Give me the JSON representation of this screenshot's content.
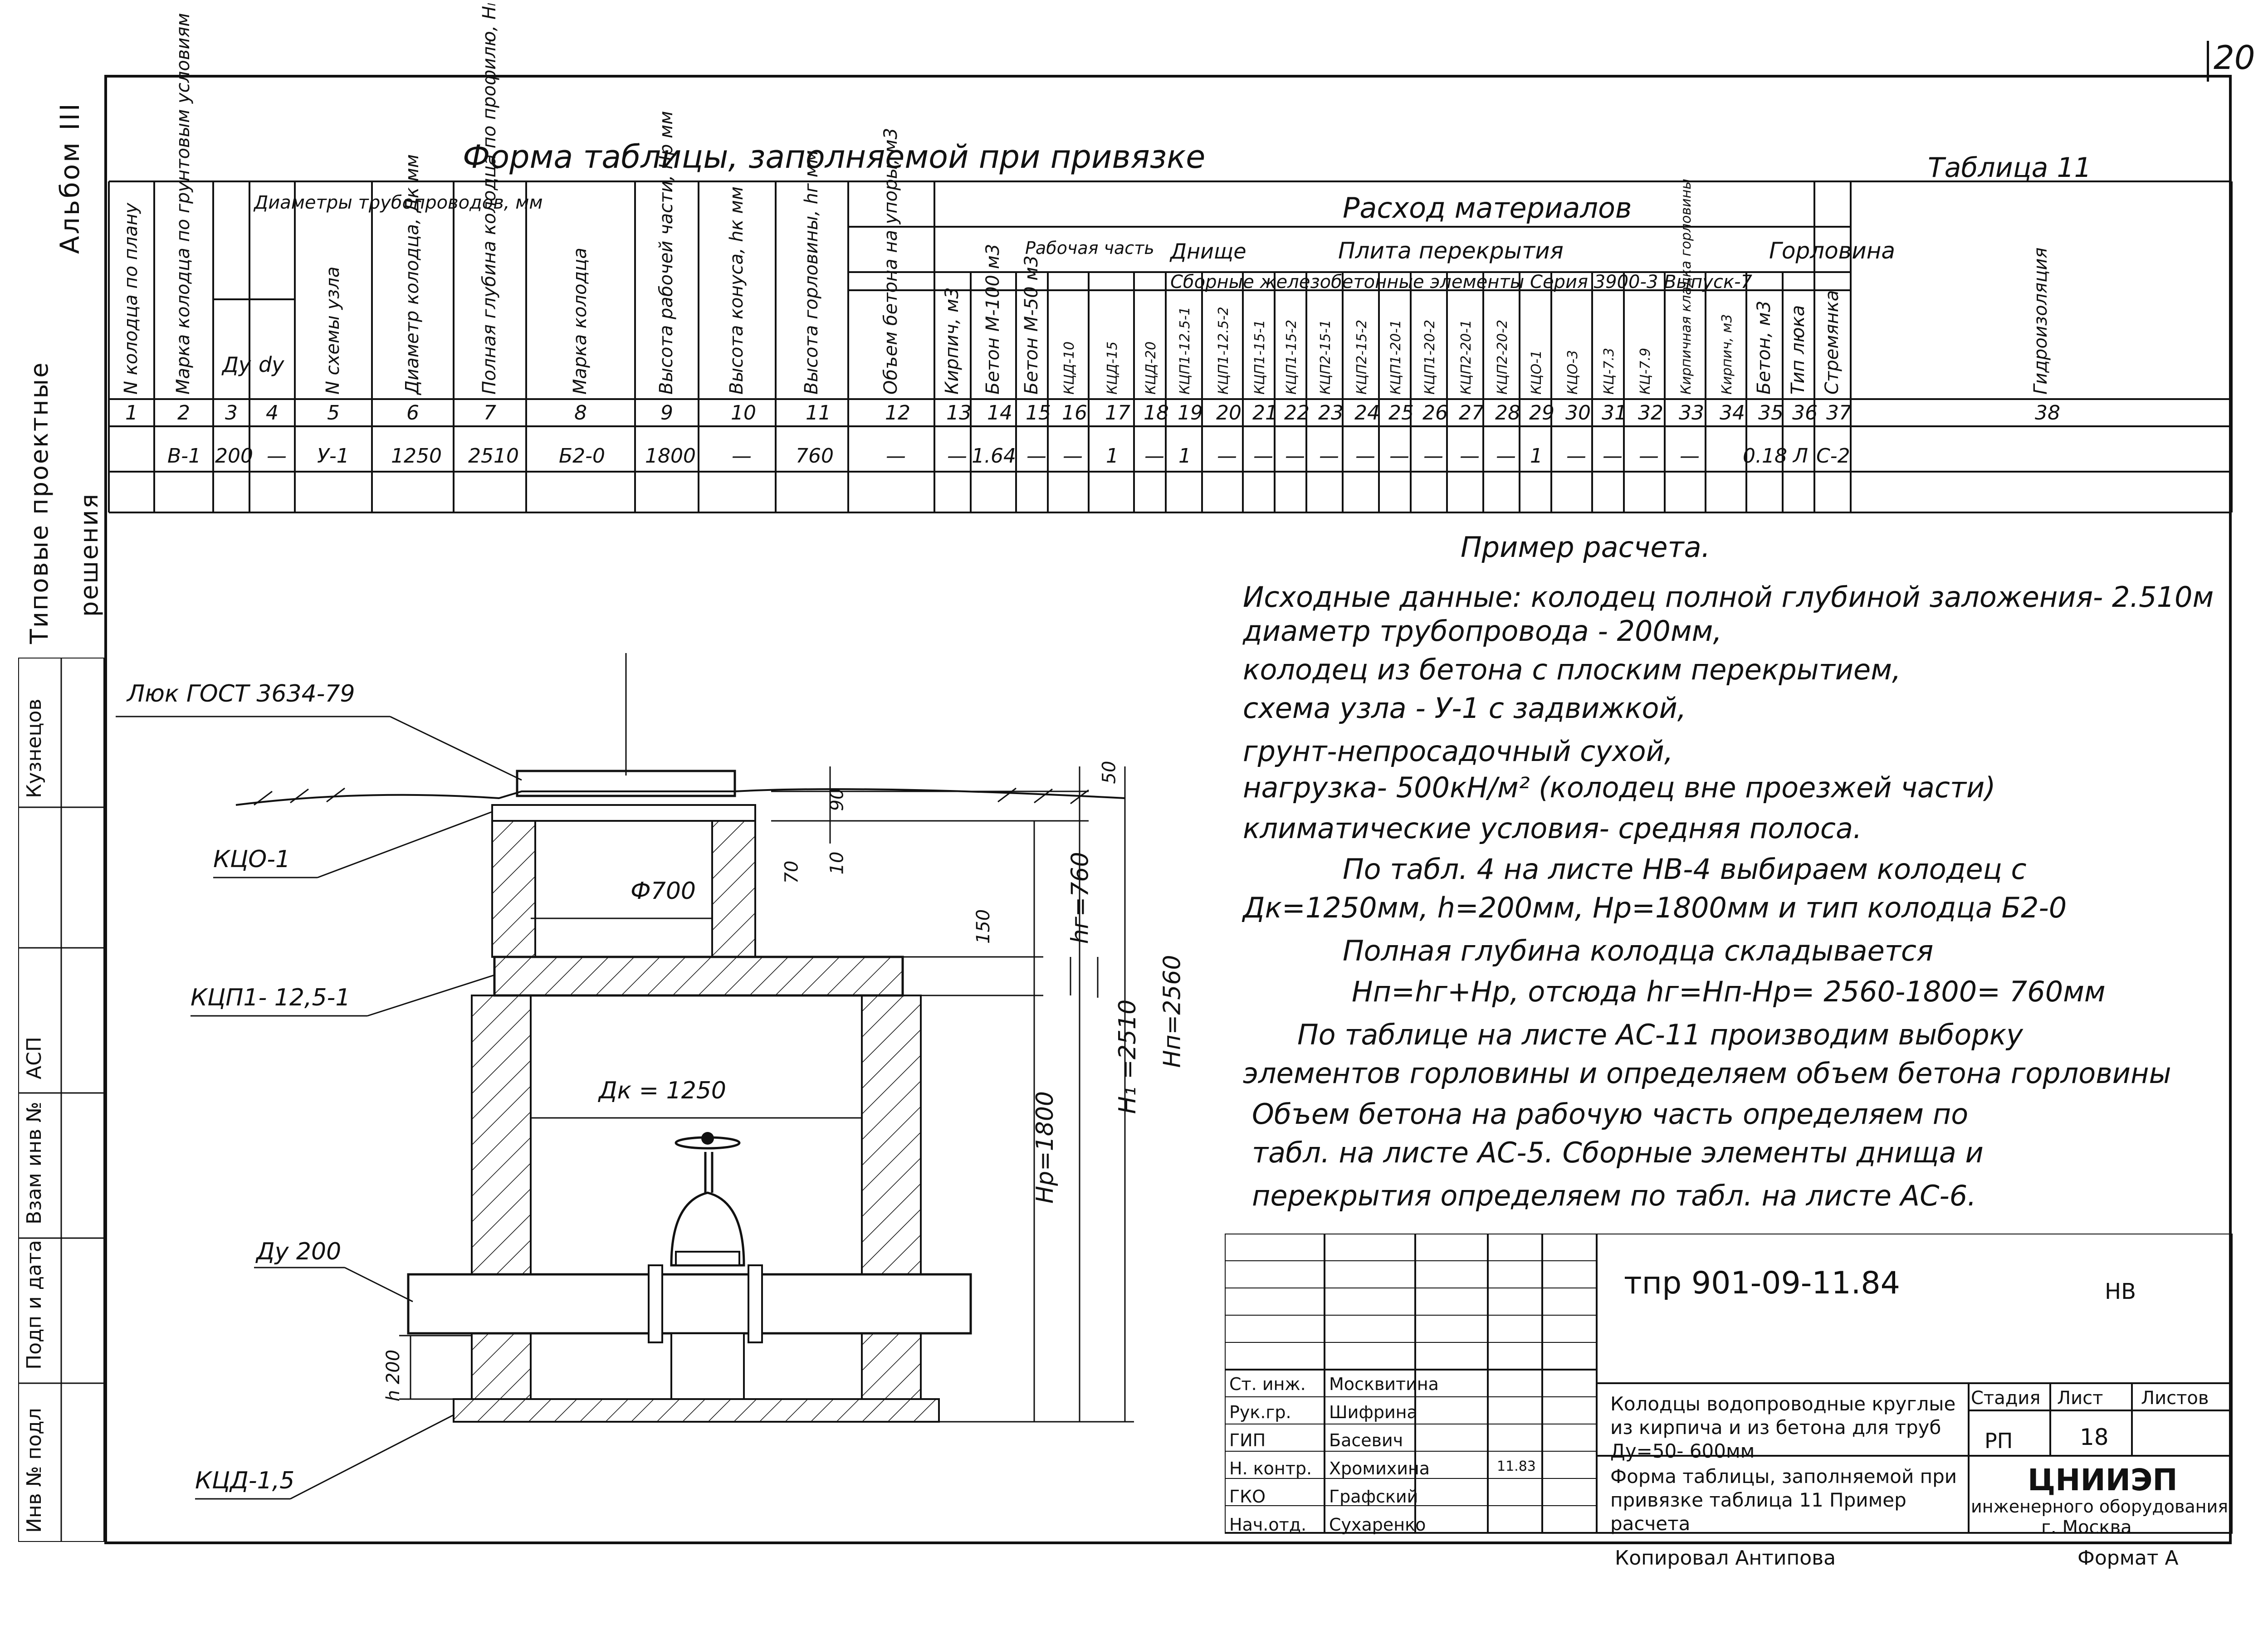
{
  "sheet": {
    "number": "20",
    "album": "Альбом III",
    "series_side_1": "Типовые проектные",
    "series_side_2": "решения",
    "side_labels": [
      "Кузнецов",
      "АСП",
      "Взам инв №",
      "Подп и дата",
      "Инв № подл"
    ]
  },
  "table": {
    "title": "Форма таблицы, заполняемой при привязке",
    "number": "Таблица 11",
    "group_header": "Расход материалов",
    "subgroups": [
      "Рабочая часть",
      "Днище",
      "Плита перекрытия",
      "Горловина"
    ],
    "series_note": "Сборные железобетонные элементы Серия 3900-3 Выпуск-7",
    "columns": [
      "N колодца по плану",
      "Марка колодца по грунтовым условиям",
      "Ду",
      "dу",
      "N схемы узла",
      "Диаметр колодца, Дк мм",
      "Полная глубина колодца по профилю, Нₗ мм",
      "Марка колодца",
      "Высота рабочей части, Нр мм",
      "Высота конуса, hк мм",
      "Высота горловины, hг мм",
      "Объем бетона на упоры, м3",
      "Кирпич, м3",
      "Бетон М-100 м3",
      "Бетон М-50 м3",
      "КЦД-10",
      "КЦД-15",
      "КЦД-20",
      "КЦП1-12.5-1",
      "КЦП1-12.5-2",
      "КЦП1-15-1",
      "КЦП1-15-2",
      "КЦП2-15-1",
      "КЦП2-15-2",
      "КЦП1-20-1",
      "КЦП1-20-2",
      "КЦП2-20-1",
      "КЦП2-20-2",
      "КЦО-1",
      "КЦО-3",
      "КЦ-7.3",
      "КЦ-7.9",
      "Кирпичная кладка горловины",
      "Кирпич, м3",
      "Бетон, м3",
      "Тип люка",
      "Стремянка",
      "Гидроизоляция"
    ],
    "diameter_header": "Диаметры трубопроводов, мм",
    "column_numbers": [
      "1",
      "2",
      "3",
      "4",
      "5",
      "6",
      "7",
      "8",
      "9",
      "10",
      "11",
      "12",
      "13",
      "14",
      "15",
      "16",
      "17",
      "18",
      "19",
      "20",
      "21",
      "22",
      "23",
      "24",
      "25",
      "26",
      "27",
      "28",
      "29",
      "30",
      "31",
      "32",
      "33",
      "34",
      "35",
      "36",
      "37",
      "38"
    ],
    "row": [
      "",
      "В-1",
      "200",
      "—",
      "У-1",
      "1250",
      "2510",
      "Б2-0",
      "1800",
      "—",
      "760",
      "—",
      "—",
      "1.64",
      "—",
      "—",
      "1",
      "—",
      "1",
      "—",
      "—",
      "—",
      "—",
      "—",
      "—",
      "—",
      "—",
      "—",
      "1",
      "—",
      "—",
      "—",
      "—",
      "",
      "0.18",
      "Л",
      "С-2",
      ""
    ]
  },
  "notes": {
    "heading": "Пример расчета.",
    "lines": [
      "Исходные данные: колодец полной глубиной заложения- 2.510м",
      "диаметр трубопровода - 200мм,",
      "колодец из бетона с плоским перекрытием,",
      "схема узла - У-1 с задвижкой,",
      "грунт-непросадочный сухой,",
      "нагрузка- 500кН/м² (колодец вне проезжей части)",
      "климатические условия- средняя полоса.",
      "По табл. 4 на листе НВ-4 выбираем колодец с",
      "Дк=1250мм, h=200мм, Нр=1800мм и тип колодца Б2-0",
      "Полная глубина колодца складывается",
      "Нп=hг+Нр, отсюда hг=Нп-Нр= 2560-1800= 760мм",
      "По таблице на листе АС-11 производим выборку",
      "элементов горловины и определяем объем бетона горловины",
      "Объем бетона на рабочую часть определяем по",
      "табл. на листе АС-5. Сборные элементы днища и",
      "перекрытия определяем по табл. на листе АС-6."
    ]
  },
  "drawing": {
    "labels": {
      "hatch": "Люк ГОСТ 3634-79",
      "kco": "КЦО-1",
      "kcp": "КЦП1- 12,5-1",
      "du": "Ду 200",
      "kcd": "КЦД-1,5",
      "phi": "Ф700",
      "dk": "Дк = 1250",
      "h200": "h 200"
    },
    "dims": {
      "d90": "90",
      "d50": "50",
      "d70": "70",
      "d10": "10",
      "d150": "150",
      "hg": "hг=760",
      "hp": "Нр=1800",
      "h1": "Н₁ =2510",
      "hn": "Нп=2560"
    }
  },
  "titleblock": {
    "code": "тпр 901-09-11.84",
    "code_suffix": "НВ",
    "roles": [
      "Ст. инж.",
      "Рук.гр.",
      "ГИП",
      "Н. контр.",
      "ГКО",
      "Нач.отд."
    ],
    "names": [
      "Москвитина",
      "Шифрина",
      "Басевич",
      "Хромихина",
      "Графский",
      "Сухаренко"
    ],
    "date": "11.83",
    "project_title": "Колодцы водопроводные круглые из кирпича и из бетона для труб Ду=50- 600мм",
    "sheet_title": "Форма таблицы, заполняемой при привязке таблица 11 Пример расчета",
    "stage_header": "Стадия",
    "sheet_header": "Лист",
    "sheets_header": "Листов",
    "stage": "РП",
    "sheet": "18",
    "org": "ЦНИИЭП",
    "org_sub": "инженерного оборудования",
    "city": "г. Москва",
    "copied": "Копировал  Антипова",
    "format": "Формат А"
  }
}
